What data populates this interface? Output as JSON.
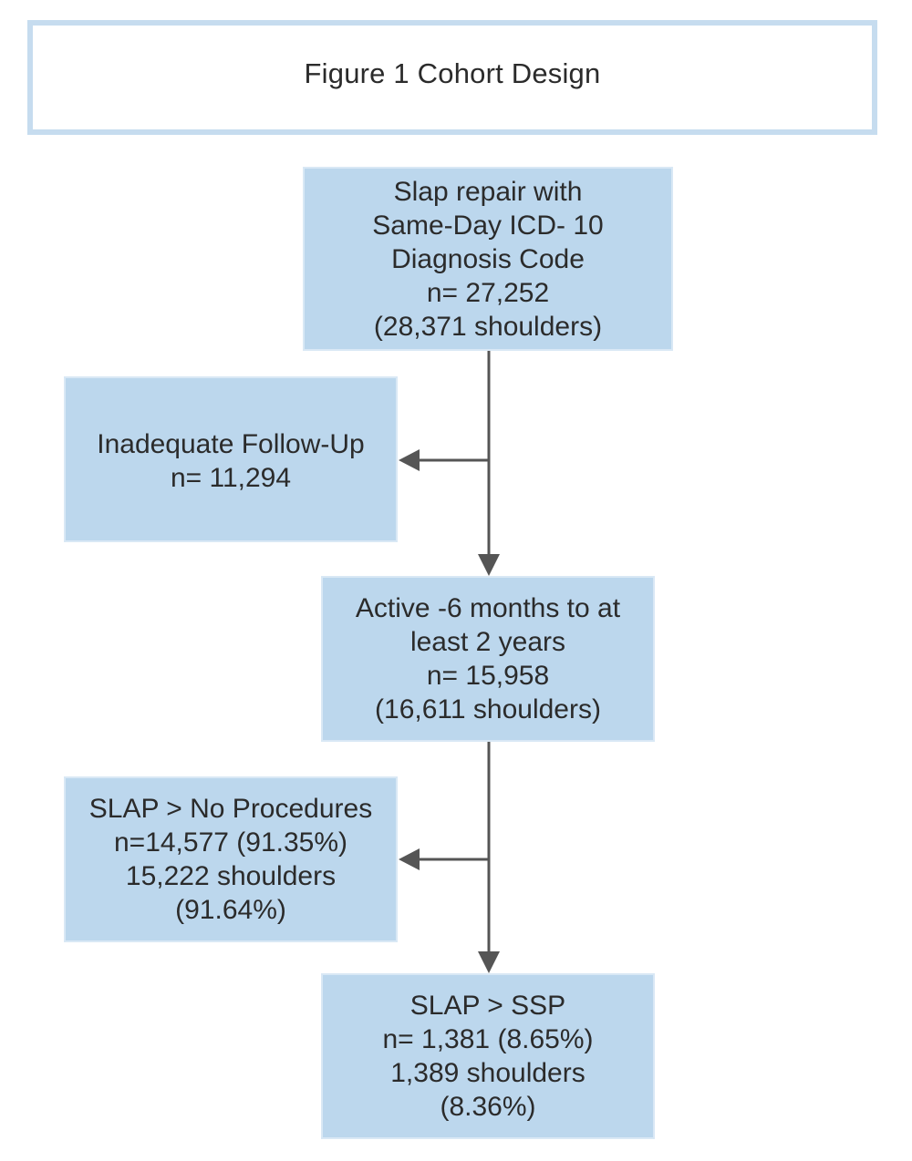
{
  "title": "Figure 1 Cohort Design",
  "nodes": {
    "start": {
      "lines": [
        "Slap repair with",
        "Same-Day ICD- 10",
        "Diagnosis Code",
        "n= 27,252",
        "(28,371 shoulders)"
      ]
    },
    "excluded_followup": {
      "lines": [
        "Inadequate Follow-Up",
        "n= 11,294"
      ]
    },
    "active": {
      "lines": [
        "Active -6 months to at",
        "least 2 years",
        "n= 15,958",
        "(16,611 shoulders)"
      ]
    },
    "no_procedures": {
      "lines": [
        "SLAP > No Procedures",
        "n=14,577 (91.35%)",
        "15,222 shoulders",
        "(91.64%)"
      ]
    },
    "ssp": {
      "lines": [
        "SLAP > SSP",
        "n= 1,381 (8.65%)",
        "1,389 shoulders",
        "(8.36%)"
      ]
    }
  },
  "colors": {
    "box_fill": "#bcd7ed",
    "title_border": "#c6dcef",
    "connector": "#555555",
    "text": "#2b2b2b"
  }
}
